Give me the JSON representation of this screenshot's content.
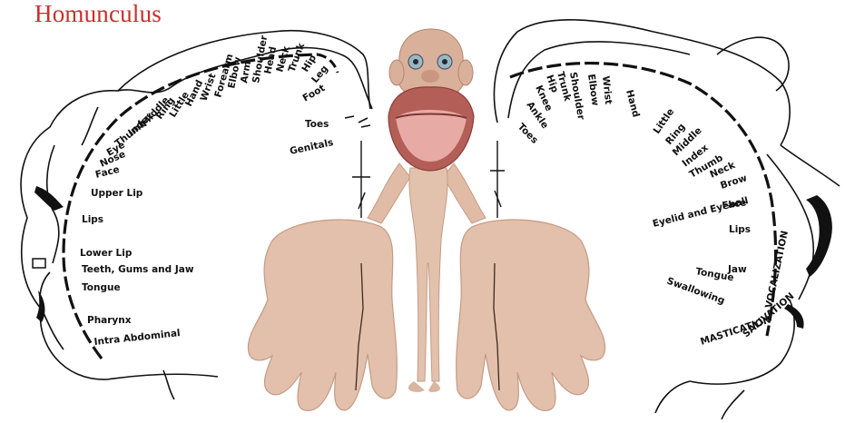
{
  "title": "Homunculus",
  "left_labels": [
    {
      "id": "toes-l",
      "text": "Toes"
    },
    {
      "id": "genitals-l",
      "text": "Genitals"
    },
    {
      "id": "foot-l",
      "text": "Foot"
    },
    {
      "id": "leg-l",
      "text": "Leg"
    },
    {
      "id": "hip-l",
      "text": "Hip"
    },
    {
      "id": "trunk-l",
      "text": "Trunk"
    },
    {
      "id": "neck-l",
      "text": "Neck"
    },
    {
      "id": "head-l",
      "text": "Head"
    },
    {
      "id": "shoulder-l",
      "text": "Shoulder"
    },
    {
      "id": "arm-l",
      "text": "Arm"
    },
    {
      "id": "elbow-l",
      "text": "Elbow"
    },
    {
      "id": "forearm-l",
      "text": "Forearm"
    },
    {
      "id": "wrist-l",
      "text": "Wrist"
    },
    {
      "id": "hand-l",
      "text": "Hand"
    },
    {
      "id": "little-l",
      "text": "Little"
    },
    {
      "id": "ring-l",
      "text": "Ring"
    },
    {
      "id": "middle-l",
      "text": "Middle"
    },
    {
      "id": "index-l",
      "text": "Index"
    },
    {
      "id": "thumb-l",
      "text": "Thumb"
    },
    {
      "id": "eye-l",
      "text": "Eye"
    },
    {
      "id": "nose-l",
      "text": "Nose"
    },
    {
      "id": "face-l",
      "text": "Face"
    },
    {
      "id": "upper-lip-l",
      "text": "Upper Lip"
    },
    {
      "id": "lips-l",
      "text": "Lips"
    },
    {
      "id": "lower-lip-l",
      "text": "Lower Lip"
    },
    {
      "id": "teeth-l",
      "text": "Teeth, Gums and Jaw"
    },
    {
      "id": "tongue-l",
      "text": "Tongue"
    },
    {
      "id": "pharynx-l",
      "text": "Pharynx"
    },
    {
      "id": "intra-l",
      "text": "Intra Abdominal"
    }
  ],
  "right_labels": [
    {
      "id": "toes-r",
      "text": "Toes"
    },
    {
      "id": "ankle-r",
      "text": "Ankle"
    },
    {
      "id": "knee-r",
      "text": "Knee"
    },
    {
      "id": "hip-r",
      "text": "Hip"
    },
    {
      "id": "trunk-r",
      "text": "Trunk"
    },
    {
      "id": "shoulder-r",
      "text": "Shoulder"
    },
    {
      "id": "elbow-r",
      "text": "Elbow"
    },
    {
      "id": "wrist-r",
      "text": "Wrist"
    },
    {
      "id": "hand-r",
      "text": "Hand"
    },
    {
      "id": "little-r",
      "text": "Little"
    },
    {
      "id": "ring-r",
      "text": "Ring"
    },
    {
      "id": "middle-r",
      "text": "Middle"
    },
    {
      "id": "index-r",
      "text": "Index"
    },
    {
      "id": "thumb-r",
      "text": "Thumb"
    },
    {
      "id": "neck-r",
      "text": "Neck"
    },
    {
      "id": "brow-r",
      "text": "Brow"
    },
    {
      "id": "eyelid-r",
      "text": "Eyelid and Eyeball"
    },
    {
      "id": "face-r",
      "text": "Face"
    },
    {
      "id": "lips-r",
      "text": "Lips"
    },
    {
      "id": "jaw-r",
      "text": "Jaw"
    },
    {
      "id": "tongue-r",
      "text": "Tongue"
    },
    {
      "id": "swallowing-r",
      "text": "Swallowing"
    },
    {
      "id": "mastication-r",
      "text": "MASTICATION"
    },
    {
      "id": "salivation-r",
      "text": "SALIVATION"
    },
    {
      "id": "vocalization-r",
      "text": "VOCALIZATION"
    }
  ],
  "colors": {
    "title": "#c9302c",
    "skin": "#e6c1ab",
    "skin_shadow": "#c99a82",
    "mouth": "#b5605a",
    "tongue": "#e7a7a3",
    "ink": "#111111"
  }
}
